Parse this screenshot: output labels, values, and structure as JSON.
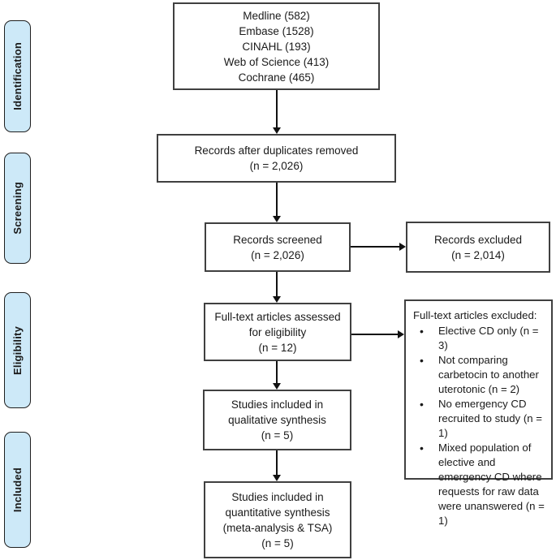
{
  "sidebar": {
    "identification": "Identification",
    "screening": "Screening",
    "eligibility": "Eligibility",
    "included": "Included"
  },
  "boxes": {
    "sources": {
      "lines": [
        "Medline (582)",
        "Embase (1528)",
        "CINAHL (193)",
        "Web of Science (413)",
        "Cochrane (465)"
      ]
    },
    "duplicates_removed": {
      "lines": [
        "Records after duplicates removed",
        "(n = 2,026)"
      ]
    },
    "records_screened": {
      "lines": [
        "Records screened",
        "(n = 2,026)"
      ]
    },
    "records_excluded": {
      "lines": [
        "Records excluded",
        "(n = 2,014)"
      ]
    },
    "fulltext_assessed": {
      "lines": [
        "Full-text articles assessed",
        "for eligibility",
        "(n = 12)"
      ]
    },
    "fulltext_excluded": {
      "title": "Full-text articles excluded:",
      "bullets": [
        "Elective CD only (n = 3)",
        "Not comparing carbetocin to another uterotonic (n = 2)",
        "No emergency CD recruited to study (n = 1)",
        "Mixed population of elective and emergency CD where requests for raw data were unanswered (n = 1)"
      ]
    },
    "qualitative_synthesis": {
      "lines": [
        "Studies included in",
        "qualitative synthesis",
        "(n = 5)"
      ]
    },
    "quantitative_synthesis": {
      "lines": [
        "Studies included in",
        "quantitative synthesis",
        "(meta-analysis & TSA)",
        "(n = 5)"
      ]
    }
  },
  "colors": {
    "stage_fill": "#cde9f8",
    "box_border": "#404040",
    "arrow": "#111111"
  }
}
